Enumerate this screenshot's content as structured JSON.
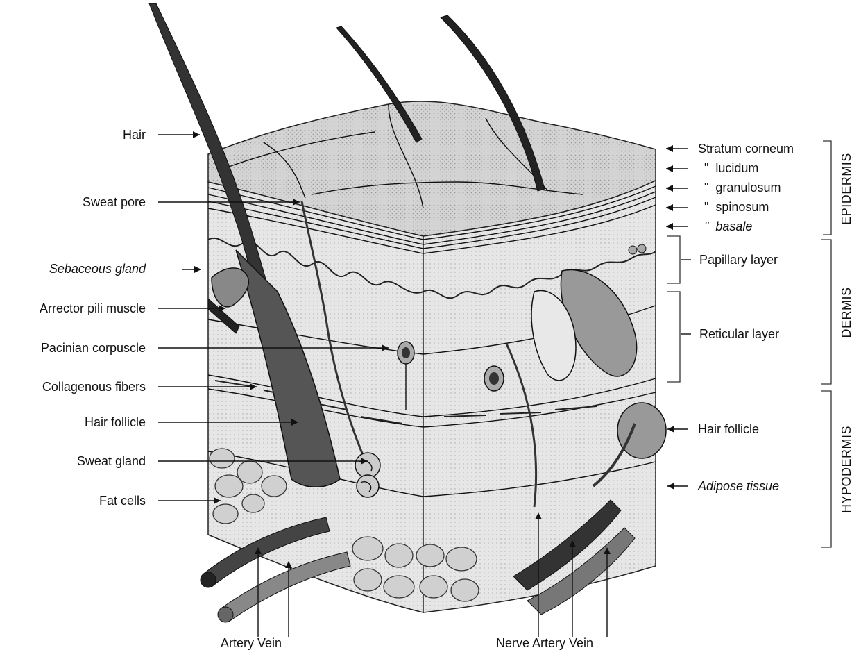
{
  "left_labels": {
    "hair": "Hair",
    "sweat_pore": "Sweat pore",
    "sebaceous_gland": "Sebaceous gland",
    "arrector_pili": "Arrector pili muscle",
    "pacinian": "Pacinian corpuscle",
    "collagenous": "Collagenous fibers",
    "hair_follicle": "Hair follicle",
    "sweat_gland": "Sweat gland",
    "fat_cells": "Fat cells"
  },
  "right_labels": {
    "stratum_corneum": "Stratum corneum",
    "lucidum": "\"  lucidum",
    "granulosum": "\"  granulosum",
    "spinosum": "\"  spinosum",
    "basale": "\"  basale",
    "papillary": "Papillary layer",
    "reticular": "Reticular layer",
    "hair_follicle": "Hair follicle",
    "adipose": "Adipose tissue"
  },
  "region_labels": {
    "epidermis": "EPIDERMIS",
    "dermis": "DERMIS",
    "hypodermis": "HYPODERMIS"
  },
  "bottom_labels": {
    "left_vessels": "Artery Vein",
    "right_vessels": "Nerve Artery Vein"
  }
}
